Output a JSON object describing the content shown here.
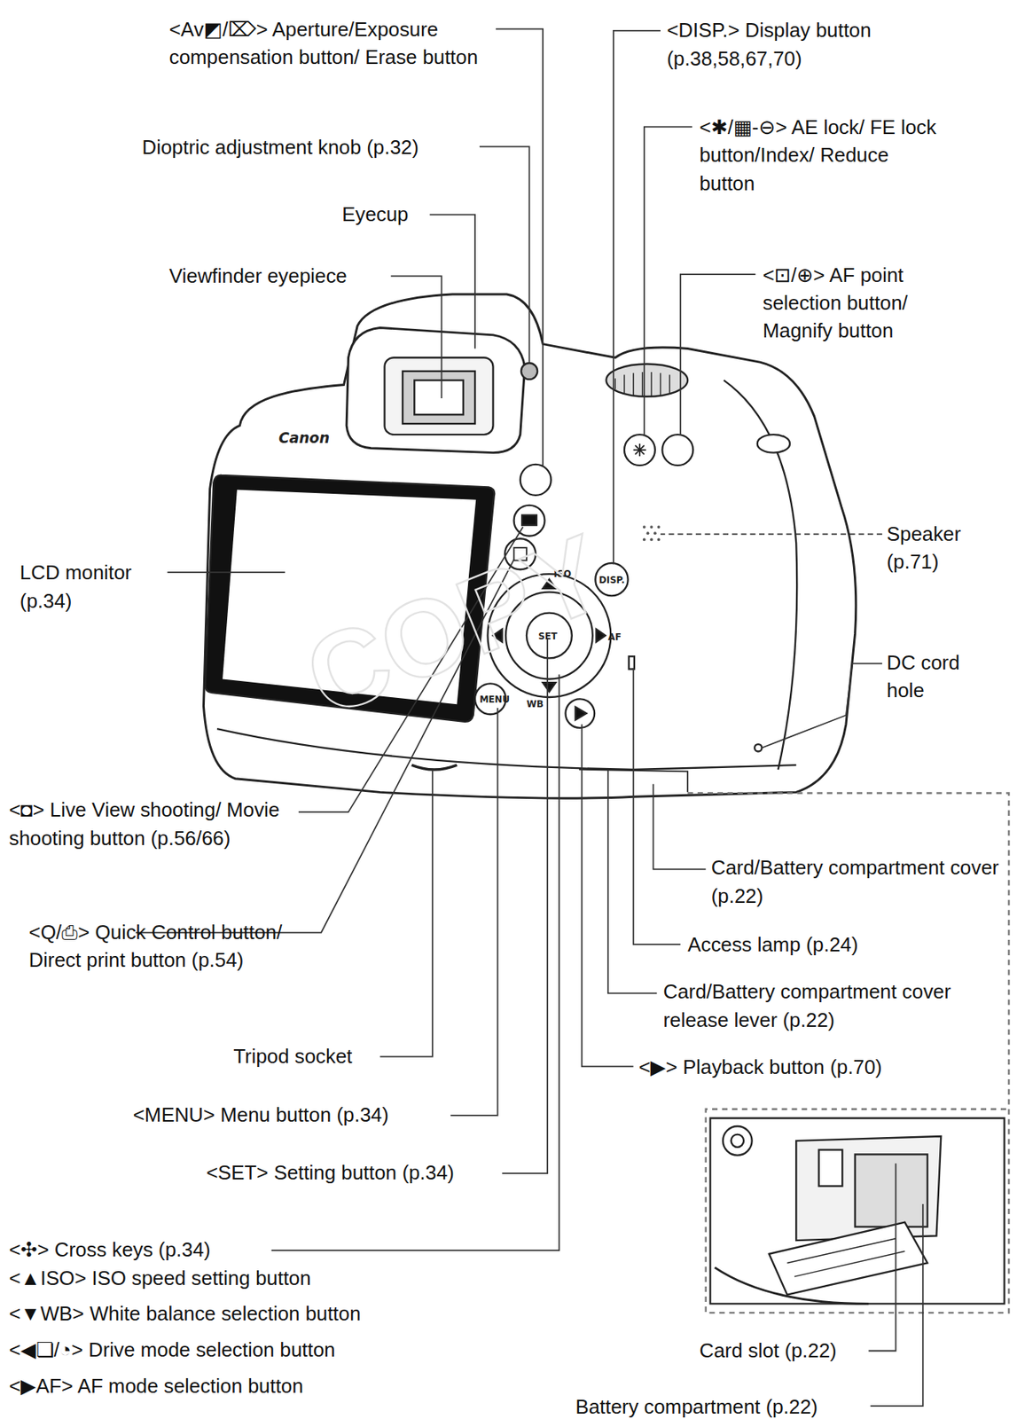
{
  "diagram": {
    "labels": [
      "<Av◩/⌦> Aperture/Exposure compensation button/ Erase button",
      "Dioptric adjustment knob (p.32)",
      "Eyecup",
      "Viewfinder eyepiece",
      "<DISP.> Display button (p.38,58,67,70)",
      "<✱/▦-⊖> AE lock/ FE lock button/Index/ Reduce button",
      "<⊡/⊕> AF point selection button/ Magnify button",
      "LCD monitor (p.34)",
      "Speaker (p.71)",
      "DC cord hole",
      "<◘> Live View shooting/ Movie shooting button (p.56/66)",
      "Card/Battery compartment cover (p.22)",
      "<Q/⎙> Quick Control button/ Direct print button (p.54)",
      "Access lamp (p.24)",
      "Card/Battery compartment cover release lever (p.22)",
      "Tripod socket",
      "<▶> Playback button (p.70)",
      "<MENU> Menu button (p.34)",
      "<SET> Setting button (p.34)",
      "<✣> Cross keys (p.34)",
      "<▲ISO> ISO speed setting button",
      "<▼WB> White balance selection button",
      "<◀❏/◔> Drive mode selection button",
      "<▶AF> AF mode selection button",
      "Card slot (p.22)",
      "Battery compartment (p.22)",
      "Canon",
      "SET",
      "MENU",
      "WB",
      "ISO",
      "AF",
      "DISP.",
      "COPY"
    ]
  }
}
